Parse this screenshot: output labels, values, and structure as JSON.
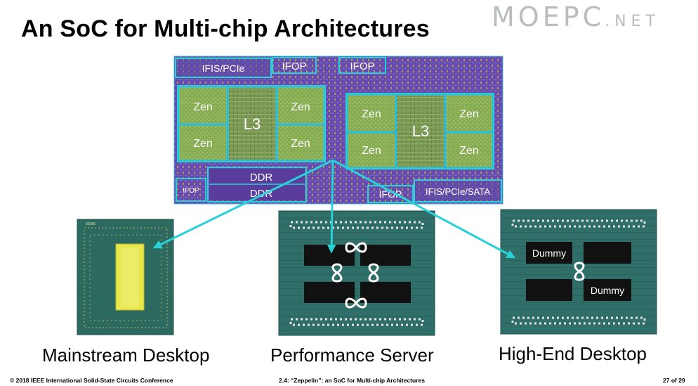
{
  "slide": {
    "title": "An SoC for Multi-chip Architectures"
  },
  "watermark": {
    "brand": "MOEPC",
    "suffix": ".NET"
  },
  "die": {
    "blocks": {
      "ifis_pcie": "IFIS/PCIe",
      "ifop_top_1": "IFOP",
      "ifop_top_2": "IFOP",
      "zen": "Zen",
      "l3": "L3",
      "ddr": "DDR",
      "ifop_left": "IFOP",
      "ifop_bottom": "IFOP",
      "ifis_pcie_sata": "IFIS/PCIe/SATA"
    }
  },
  "packages": {
    "hedt_dummy": "Dummy"
  },
  "captions": {
    "mainstream": "Mainstream Desktop",
    "server": "Performance Server",
    "hedt": "High-End Desktop"
  },
  "footer": {
    "copyright": "© 2018 IEEE International Solid-State Circuits Conference",
    "session": "2.4: “Zeppelin”: an SoC for Multi-chip Architectures",
    "page": "27 of 29"
  },
  "colors": {
    "accent_cyan": "#2ad0d8",
    "die_purple": "#6a4ab0",
    "core_green": "#7fa650",
    "package_teal": "#2f6e67"
  }
}
